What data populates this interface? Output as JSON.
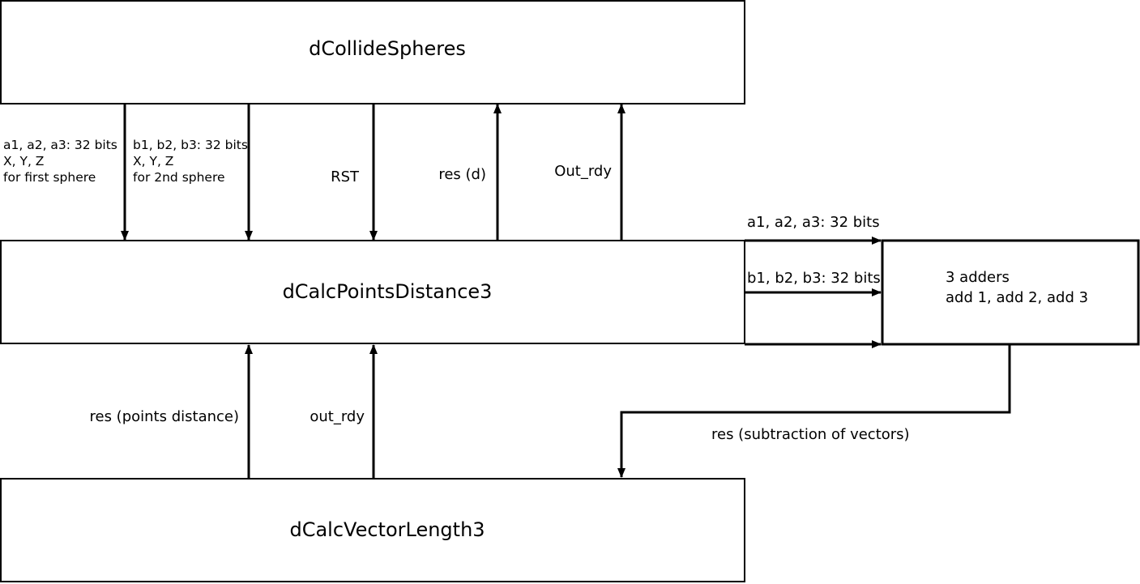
{
  "blocks": {
    "collide_spheres": {
      "title": "dCollideSpheres"
    },
    "points_distance": {
      "title": "dCalcPointsDistance3"
    },
    "vector_length": {
      "title": "dCalcVectorLength3"
    },
    "adders": {
      "line1": "3 adders",
      "line2": "add 1, add 2, add 3"
    }
  },
  "signals": {
    "a_inputs": {
      "line1": "a1, a2, a3: 32 bits",
      "line2": "X, Y, Z",
      "line3": "for first sphere"
    },
    "b_inputs": {
      "line1": "b1, b2, b3: 32 bits",
      "line2": "X, Y, Z",
      "line3": "for 2nd sphere"
    },
    "rst": "RST",
    "res_d": "res (d)",
    "out_rdy_top": "Out_rdy",
    "to_adders_a": "a1, a2, a3: 32 bits",
    "to_adders_b": "b1, b2, b3: 32 bits",
    "res_points_distance": "res (points distance)",
    "out_rdy_bottom": "out_rdy",
    "res_subtraction": "res (subtraction of vectors)"
  }
}
